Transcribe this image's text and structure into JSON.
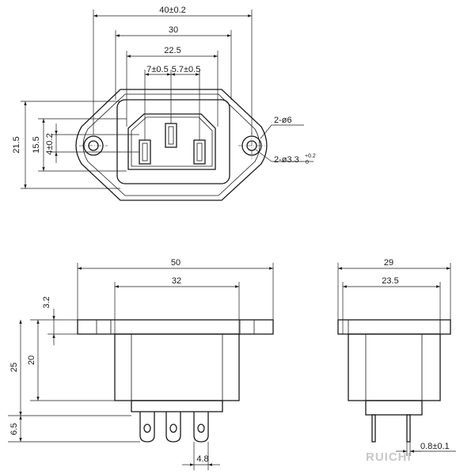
{
  "colors": {
    "line": "#1a1a1a",
    "watermark": "#c8c8c8",
    "background": "#ffffff"
  },
  "top_view": {
    "dim_overall_width": "40±0.2",
    "dim_flange_inner": "30",
    "dim_body": "22.5",
    "dim_pin_left": "7±0.5",
    "dim_pin_right": "5.7±0.5",
    "dim_height_outer": "21.5",
    "dim_height_inner": "15.5",
    "dim_pin_offset": "4±0.2",
    "label_hole_outer": "2-ø6",
    "label_hole_inner": "2-ø3.3",
    "label_hole_inner_tol_upper": "+0.2",
    "label_hole_inner_tol_lower": "0"
  },
  "front_view": {
    "dim_flange_width": "50",
    "dim_body_width": "32",
    "dim_flange_thickness": "3.2",
    "dim_total_height": "25",
    "dim_body_height": "20",
    "dim_terminal_length": "6.5",
    "dim_terminal_pitch": "4.8"
  },
  "side_view": {
    "dim_flange_width": "29",
    "dim_body_width": "23.5",
    "dim_terminal_thickness": "0.8±0.1"
  },
  "watermark": {
    "text": "RUICHI"
  }
}
